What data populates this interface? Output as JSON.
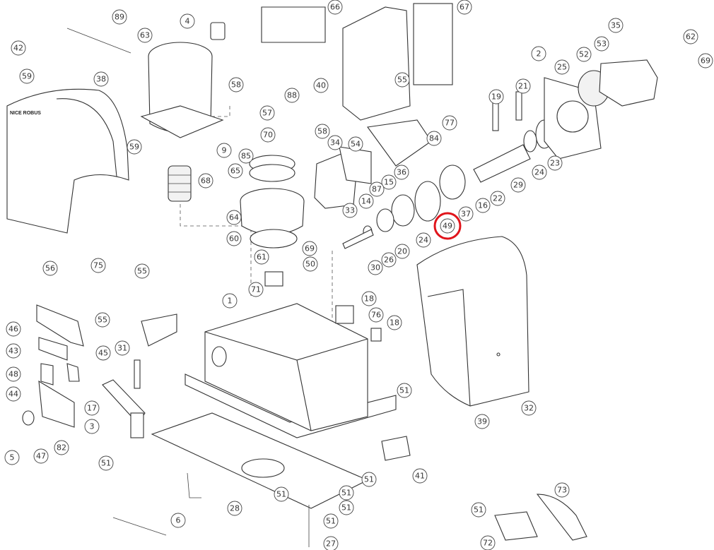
{
  "diagram": {
    "cover_brand_text": "NICE ROBUS",
    "highlight_color": "#e0141b",
    "highlighted_part": "49",
    "part_labels": [
      "89",
      "4",
      "63",
      "66",
      "67",
      "42",
      "59",
      "38",
      "58",
      "88",
      "40",
      "55",
      "2",
      "25",
      "52",
      "53",
      "35",
      "62",
      "69",
      "19",
      "21",
      "57",
      "70",
      "9",
      "59",
      "58",
      "34",
      "54",
      "77",
      "84",
      "85",
      "65",
      "68",
      "36",
      "15",
      "87",
      "14",
      "33",
      "64",
      "60",
      "37",
      "49",
      "16",
      "22",
      "29",
      "24",
      "23",
      "24",
      "20",
      "26",
      "30",
      "61",
      "69",
      "50",
      "71",
      "56",
      "75",
      "55",
      "1",
      "18",
      "76",
      "18",
      "46",
      "55",
      "43",
      "45",
      "31",
      "48",
      "17",
      "44",
      "51",
      "39",
      "32",
      "3",
      "5",
      "47",
      "82",
      "51",
      "41",
      "51",
      "51",
      "51",
      "51",
      "28",
      "6",
      "51",
      "27",
      "51",
      "73",
      "72"
    ]
  }
}
